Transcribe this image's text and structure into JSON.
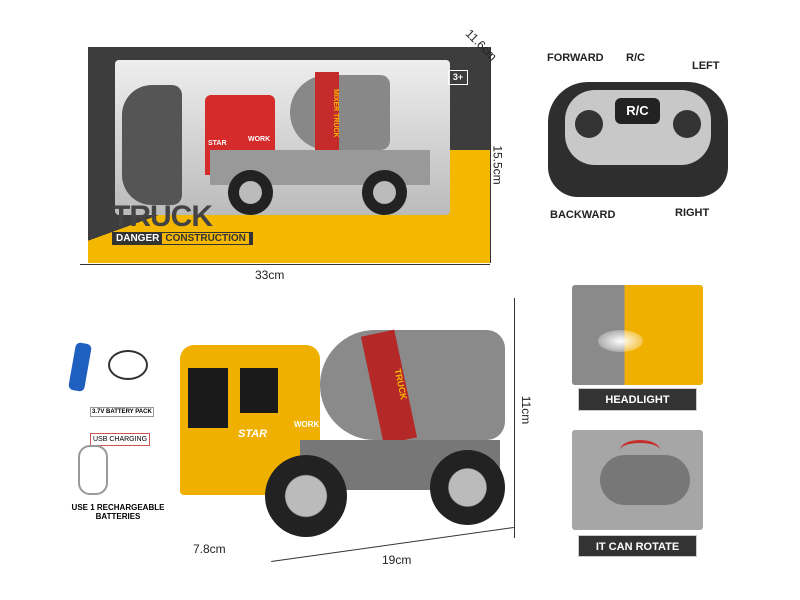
{
  "package": {
    "age": "3+",
    "logo": "TRUCK",
    "subtitle_a": "DANGER",
    "subtitle_b": "CONSTRUCTION",
    "drum_text": "MIXER TRUCK",
    "door_text": "STAR",
    "side_text": "WORK",
    "depth": "11.6cm",
    "height": "15.5cm",
    "width": "33cm"
  },
  "remote": {
    "forward": "FORWARD",
    "rc": "R/C",
    "left": "LEFT",
    "backward": "BACKWARD",
    "right": "RIGHT",
    "badge": "R/C"
  },
  "battery": {
    "pack_label": "3.7V BATTERY PACK",
    "usb_label": "USB CHARGING",
    "caption": "USE 1 RECHARGEABLE BATTERIES"
  },
  "truck": {
    "drum_text": "TRUCK",
    "door_text": "STAR",
    "side_text": "WORK",
    "height": "11cm",
    "depth": "7.8cm",
    "length": "19cm"
  },
  "features": [
    {
      "label": "HEADLIGHT"
    },
    {
      "label": "IT CAN ROTATE"
    }
  ],
  "colors": {
    "truck_yellow": "#f5b800",
    "package_red": "#d52b2b",
    "dark": "#333333"
  }
}
